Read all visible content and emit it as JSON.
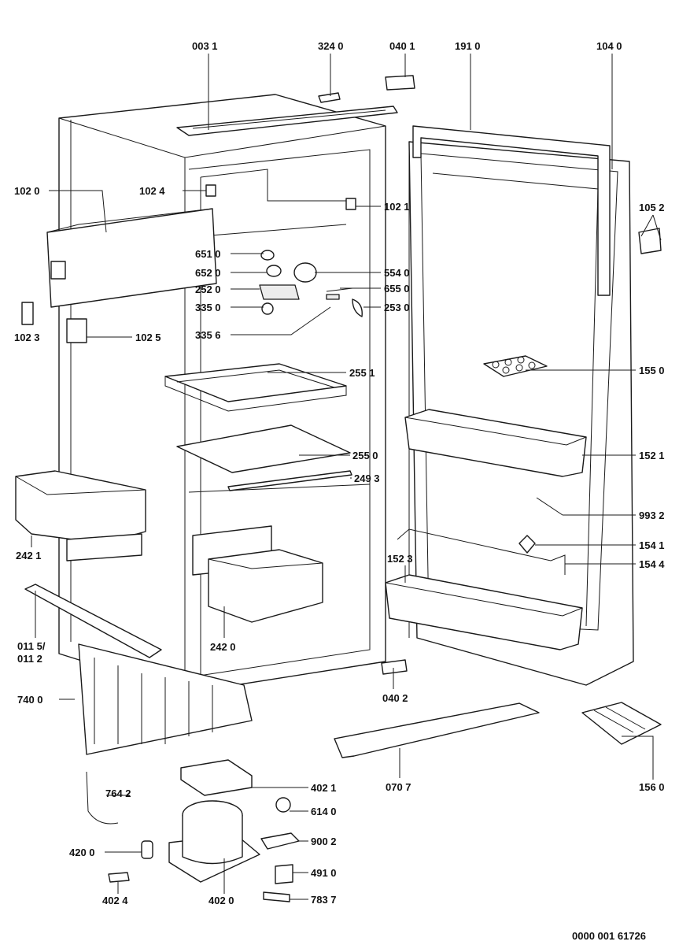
{
  "document_number": "0000 001 61726",
  "labels": {
    "l_0031": "003 1",
    "l_3240": "324 0",
    "l_0401": "040 1",
    "l_1910": "191 0",
    "l_1040": "104 0",
    "l_1020": "102 0",
    "l_1024": "102 4",
    "l_1021": "102 1",
    "l_1052": "105 2",
    "l_6510": "651 0",
    "l_6520": "652 0",
    "l_2520": "252 0",
    "l_3350": "335 0",
    "l_3356": "335 6",
    "l_5540": "554 0",
    "l_6550": "655 0",
    "l_2530": "253 0",
    "l_1023": "102 3",
    "l_1025": "102 5",
    "l_2551": "255 1",
    "l_2550": "255 0",
    "l_2493": "249 3",
    "l_1550": "155 0",
    "l_1521": "152 1",
    "l_9932": "993 2",
    "l_1541": "154 1",
    "l_1544": "154 4",
    "l_1523": "152 3",
    "l_2421": "242 1",
    "l_2420": "242 0",
    "l_0115": "011 5/",
    "l_0112": "011 2",
    "l_7400": "740 0",
    "l_0402": "040 2",
    "l_0707": "070 7",
    "l_1560": "156 0",
    "l_7642": "764 2",
    "l_4021": "402 1",
    "l_6140": "614 0",
    "l_9002": "900 2",
    "l_4200": "420 0",
    "l_4910": "491 0",
    "l_4024": "402 4",
    "l_4020": "402 0",
    "l_7837": "783 7"
  }
}
